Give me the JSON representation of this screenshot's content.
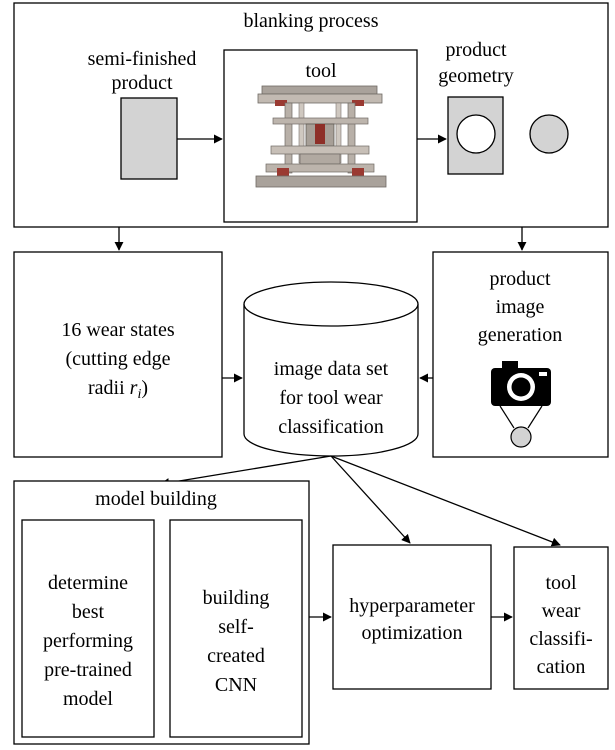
{
  "blanking": {
    "title": "blanking process",
    "semi_finished": [
      "semi-finished",
      "product"
    ],
    "tool": "tool",
    "product_geometry": [
      "product",
      "geometry"
    ]
  },
  "wear_states": [
    "16 wear states",
    "(cutting edge",
    "radii ",
    "r",
    "i",
    ")"
  ],
  "image_generation": [
    "product",
    "image",
    "generation"
  ],
  "dataset": [
    "image data set",
    "for tool wear",
    "classification"
  ],
  "model_building": {
    "title": "model building",
    "pretrained": [
      "determine",
      "best",
      "performing",
      "pre-trained",
      "model"
    ],
    "self_cnn": [
      "building",
      "self-",
      "created",
      "CNN"
    ]
  },
  "hyperparameter": [
    "hyperparameter",
    "optimization"
  ],
  "tool_wear": [
    "tool",
    "wear",
    "classifi-",
    "cation"
  ],
  "colors": {
    "gray_fill": "#d3d3d3",
    "line": "#000000",
    "tool_metal": "#b8b0a8",
    "tool_red": "#9a3a32"
  },
  "icons": [
    "camera-icon",
    "blank-disc-icon",
    "sheet-with-hole-icon",
    "press-tool-image"
  ]
}
